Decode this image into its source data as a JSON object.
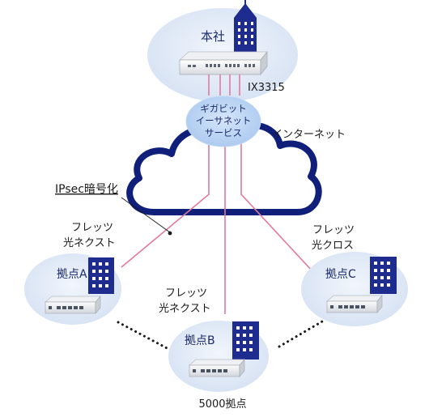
{
  "hq": {
    "label": "本社",
    "router_model": "IX3315"
  },
  "gigabit_service": {
    "line1": "ギガビット",
    "line2": "イーサネット",
    "line3": "サービス"
  },
  "internet": {
    "label": "インターネット"
  },
  "ipsec": {
    "label": "IPsec暗号化"
  },
  "links": {
    "a": {
      "line1": "フレッツ",
      "line2": "光ネクスト"
    },
    "b": {
      "line1": "フレッツ",
      "line2": "光ネクスト"
    },
    "c": {
      "line1": "フレッツ",
      "line2": "光クロス"
    }
  },
  "sites": {
    "a": {
      "label": "拠点A"
    },
    "b": {
      "label": "拠点B"
    },
    "c": {
      "label": "拠点C"
    }
  },
  "footer": {
    "label": "5000拠点"
  },
  "colors": {
    "ellipse_fill": "#dfe8f6",
    "ellipse_stroke": "#c7d5ec",
    "building": "#1e2c8f",
    "cloud_stroke": "#0f1f7a",
    "link_line": "#e07aa0",
    "gigabit_fill": "#b9d3f3"
  }
}
